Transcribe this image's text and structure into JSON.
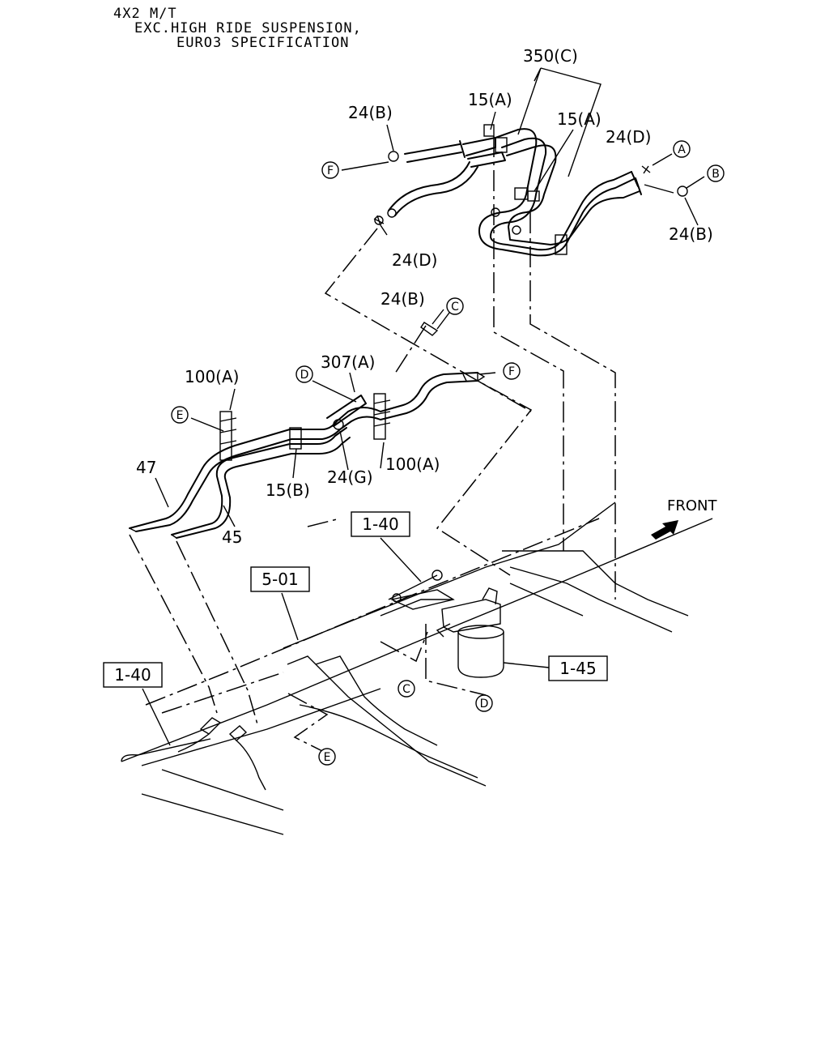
{
  "header": {
    "line1": "4X2 M/T",
    "line2": "EXC.HIGH RIDE SUSPENSION,",
    "line3": "EURO3 SPECIFICATION"
  },
  "callouts": {
    "c350C": "350(C)",
    "c15A_1": "15(A)",
    "c15A_2": "15(A)",
    "c24B_1": "24(B)",
    "c24D_1": "24(D)",
    "c24B_2": "24(B)",
    "c24D_2": "24(D)",
    "c24B_3": "24(B)",
    "c307A": "307(A)",
    "c100A_1": "100(A)",
    "c100A_2": "100(A)",
    "c15B": "15(B)",
    "c24G": "24(G)",
    "c47": "47",
    "c45": "45",
    "front": "FRONT"
  },
  "refs": {
    "r140_top": "1-40",
    "r501": "5-01",
    "r140_left": "1-40",
    "r145": "1-45"
  },
  "circles": {
    "A": "A",
    "B": "B",
    "C": "C",
    "D": "D",
    "E": "E",
    "F": "F"
  }
}
